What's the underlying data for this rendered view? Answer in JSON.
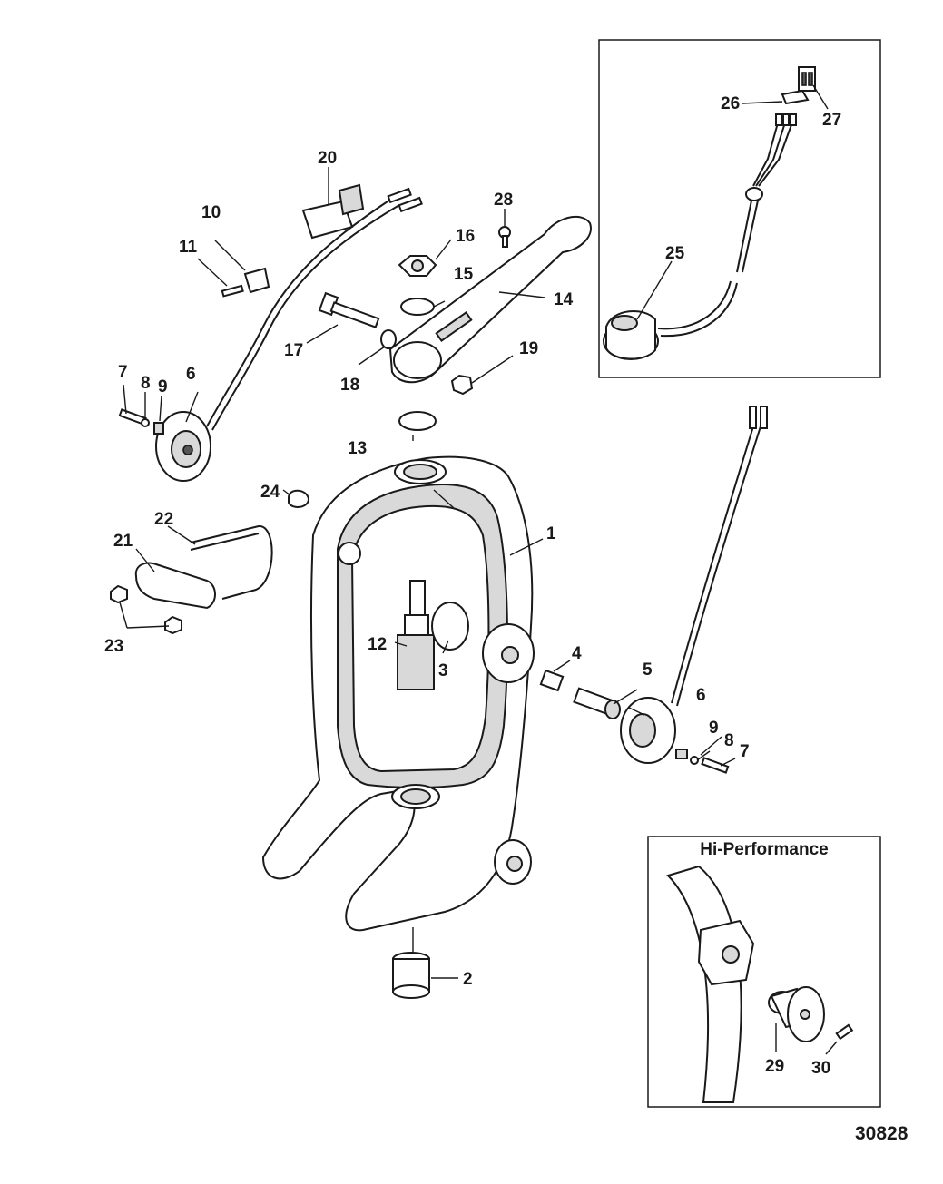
{
  "callouts": {
    "c1": "1",
    "c2": "2",
    "c3": "3",
    "c4": "4",
    "c5": "5",
    "c6a": "6",
    "c6b": "6",
    "c7a": "7",
    "c7b": "7",
    "c8a": "8",
    "c8b": "8",
    "c9a": "9",
    "c9b": "9",
    "c10": "10",
    "c11": "11",
    "c12": "12",
    "c13": "13",
    "c14": "14",
    "c15": "15",
    "c16": "16",
    "c17": "17",
    "c18": "18",
    "c19": "19",
    "c20": "20",
    "c21": "21",
    "c22": "22",
    "c23": "23",
    "c24": "24",
    "c25": "25",
    "c26": "26",
    "c27": "27",
    "c28": "28",
    "c29": "29",
    "c30": "30"
  },
  "inset_hi_performance": {
    "title": "Hi-Performance"
  },
  "figure_number": "30828"
}
